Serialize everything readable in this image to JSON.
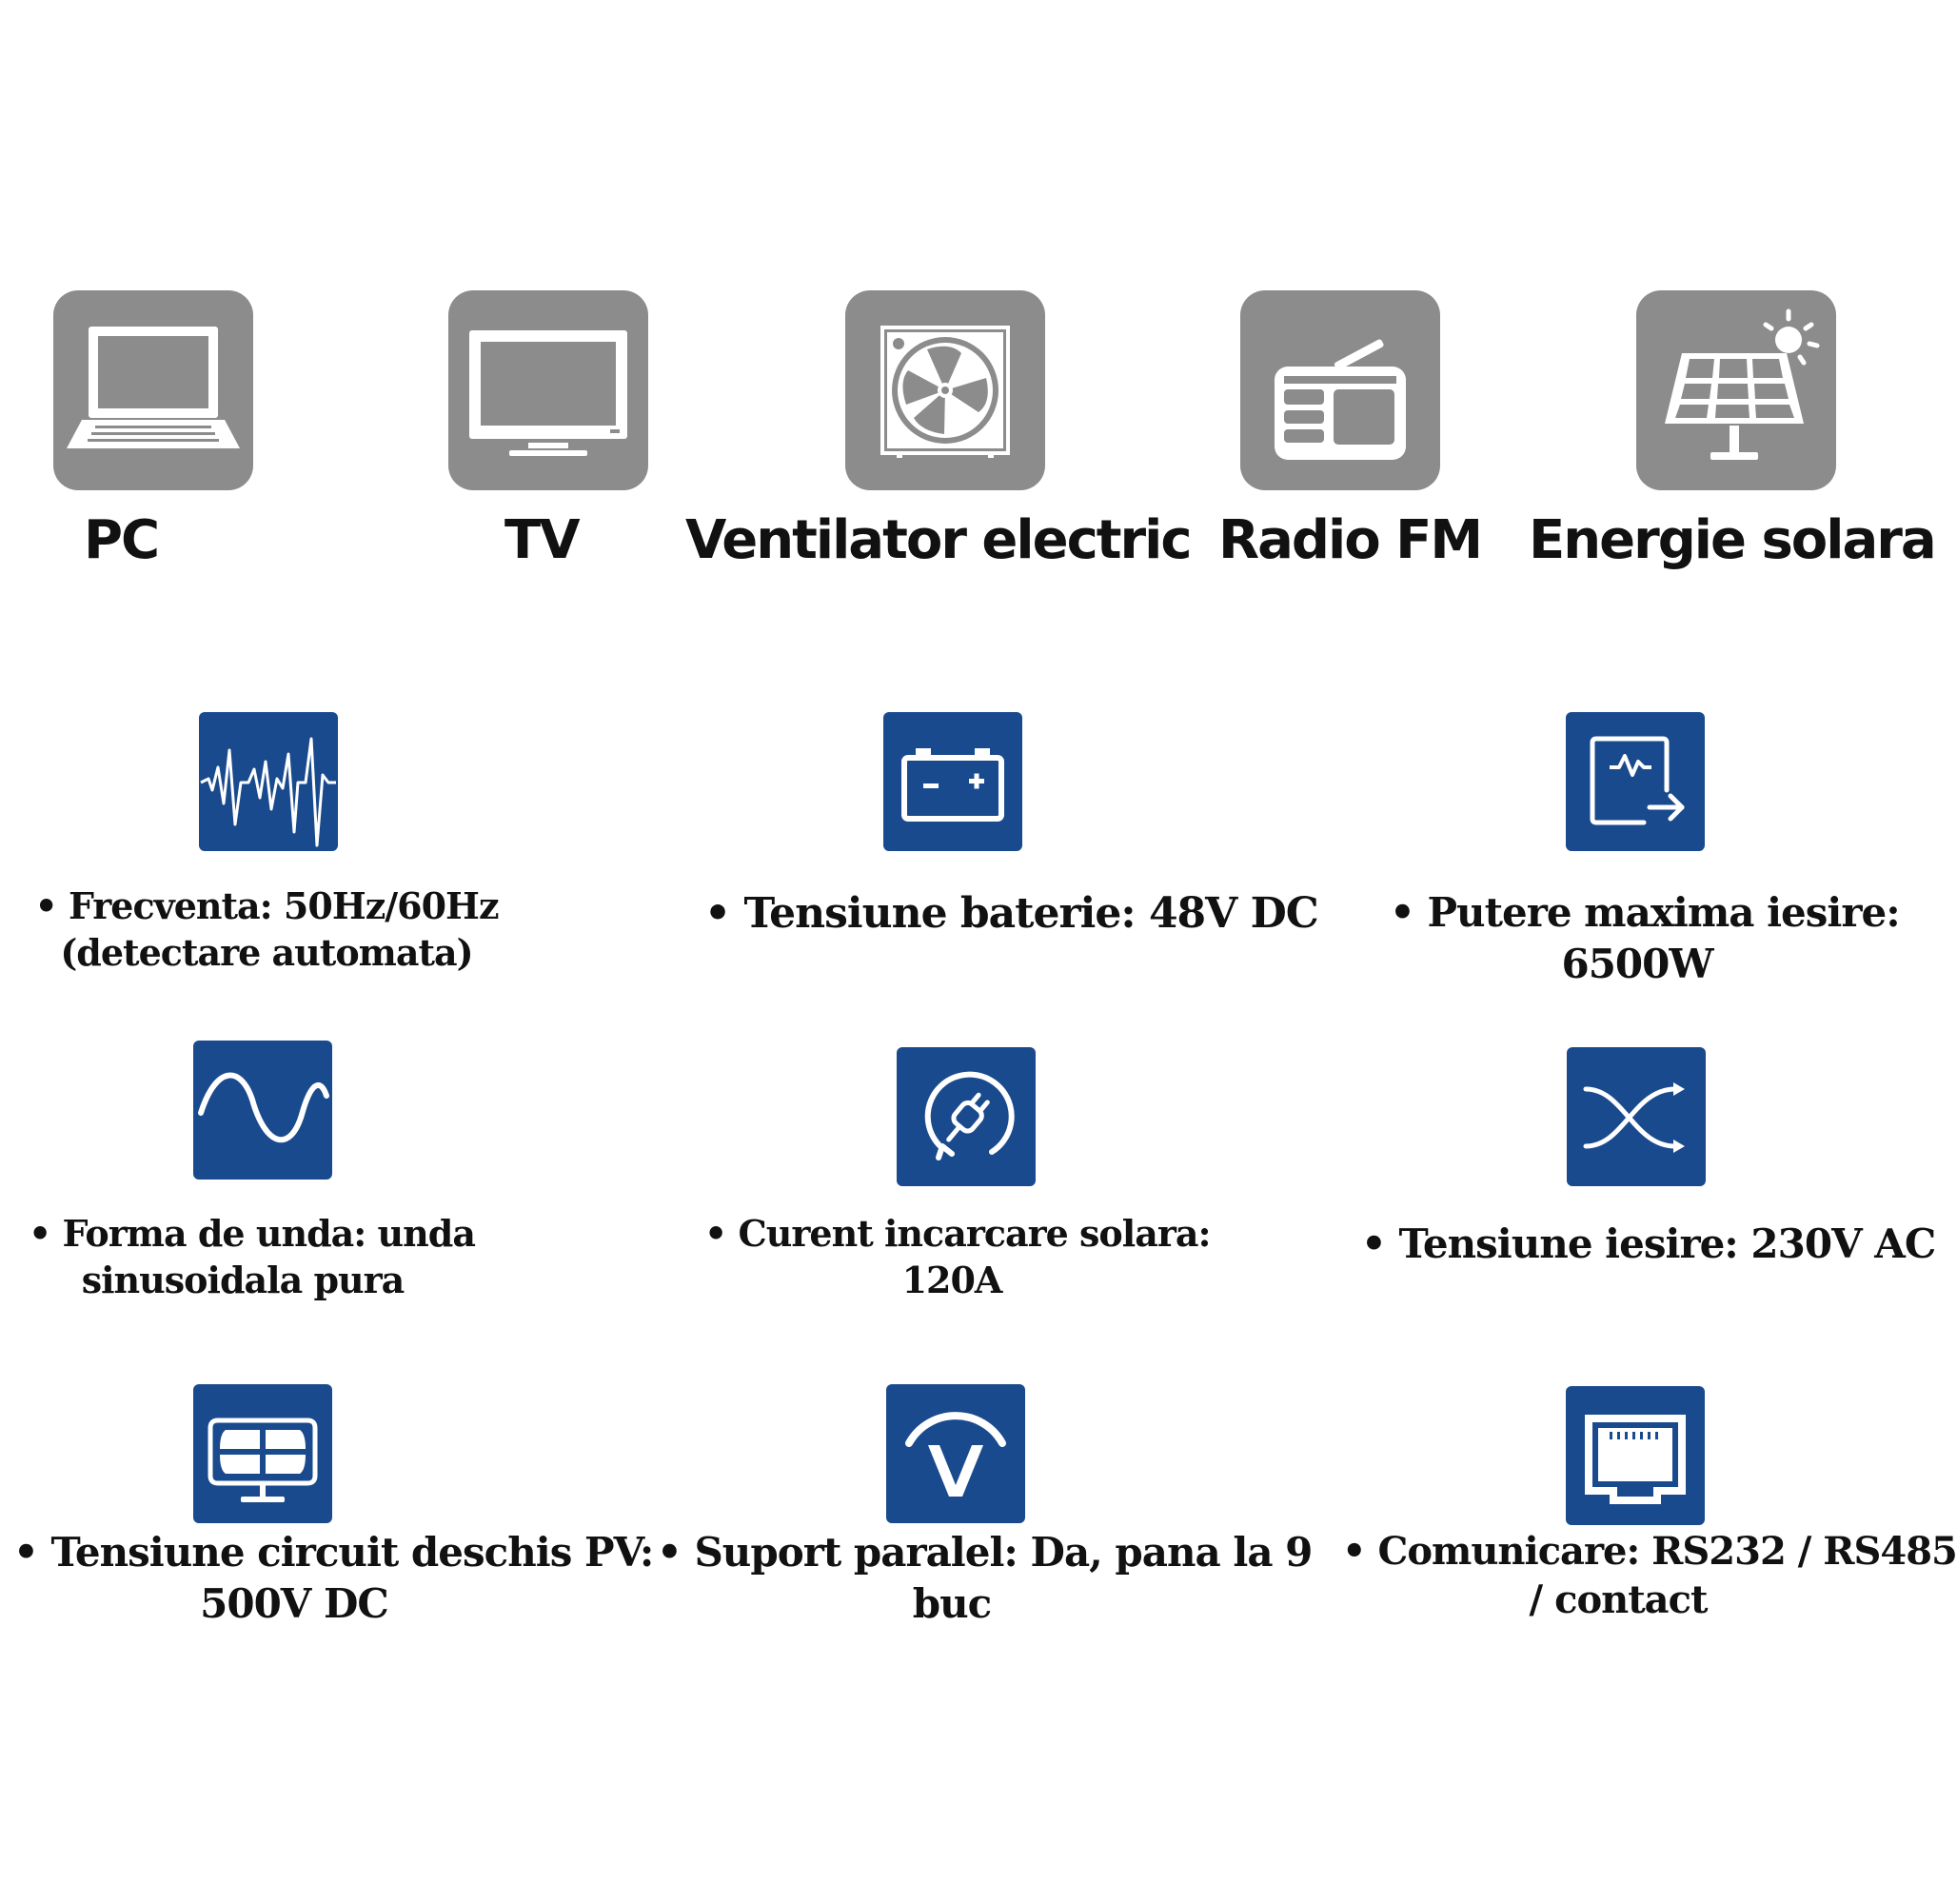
{
  "devices": [
    {
      "label": "PC",
      "icon": "laptop-icon"
    },
    {
      "label": "TV",
      "icon": "tv-icon"
    },
    {
      "label": "Ventilator electric",
      "icon": "fan-icon"
    },
    {
      "label": "Radio FM",
      "icon": "radio-icon"
    },
    {
      "label": "Energie solara",
      "icon": "solar-panel-sun-icon"
    }
  ],
  "specs": [
    {
      "icon": "frequency-waveform-icon",
      "line1": "• Frecventa: 50Hz/60Hz",
      "line2": "(detectare automata)"
    },
    {
      "icon": "battery-icon",
      "line1": "• Tensiune baterie: 48V DC",
      "line2": ""
    },
    {
      "icon": "power-output-icon",
      "line1": "• Putere maxima iesire:",
      "line2": "6500W"
    },
    {
      "icon": "sine-wave-icon",
      "line1": "• Forma de unda: unda",
      "line2": "sinusoidala pura"
    },
    {
      "icon": "solar-charge-plug-icon",
      "line1": "• Curent incarcare solara:",
      "line2": "120A"
    },
    {
      "icon": "output-voltage-shuffle-icon",
      "line1": "• Tensiune iesire: 230V AC",
      "line2": ""
    },
    {
      "icon": "pv-panel-icon",
      "line1": "• Tensiune circuit deschis PV:",
      "line2": "500V DC"
    },
    {
      "icon": "parallel-support-icon",
      "line1": "• Suport paralel: Da, pana la 9",
      "line2": "buc"
    },
    {
      "icon": "ethernet-port-icon",
      "line1": "• Comunicare: RS232 / RS485",
      "line2": "/ contact"
    }
  ],
  "colors": {
    "device_tile": "#8c8c8c",
    "spec_tile": "#1a4a8e",
    "text": "#111111",
    "background": "#ffffff"
  }
}
